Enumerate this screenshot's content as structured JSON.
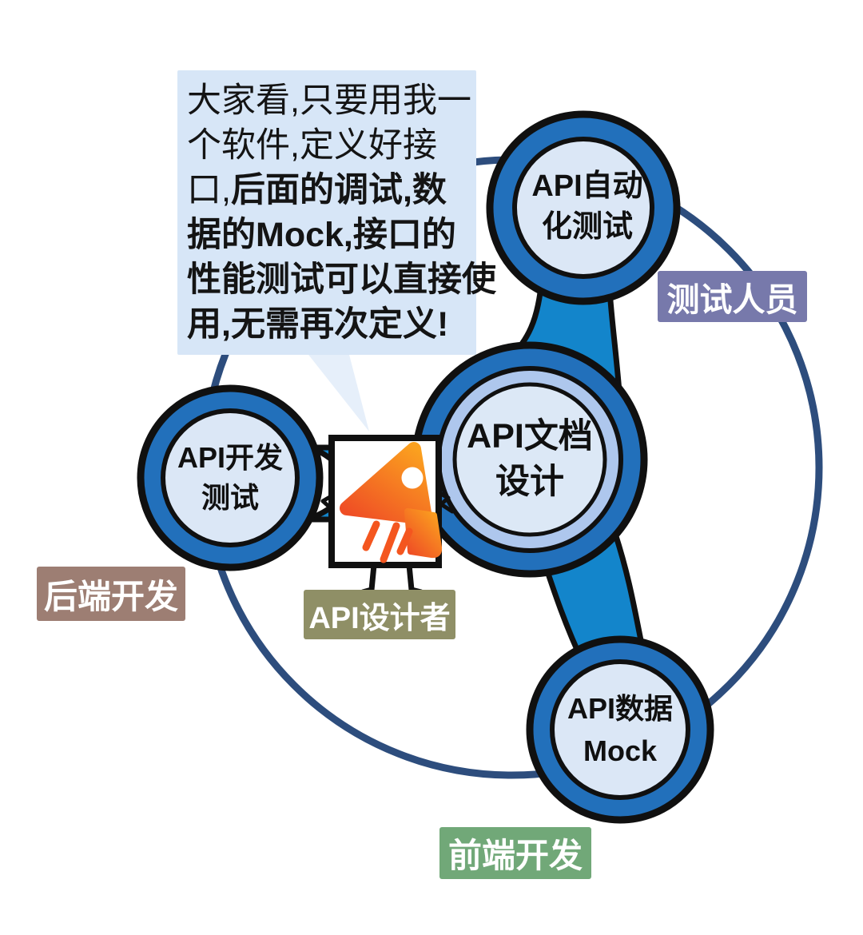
{
  "bubble": {
    "lines": [
      {
        "pre": "大家看,只要用我一",
        "bold": ""
      },
      {
        "pre": "个软件,定义好接",
        "bold": ""
      },
      {
        "pre": "口,",
        "bold": "后面的调试,数"
      },
      {
        "pre": "",
        "bold": "据的Mock,接口的"
      },
      {
        "pre": "",
        "bold": "性能测试可以直接使"
      },
      {
        "pre": "",
        "bold": "用,无需再次定义!"
      }
    ]
  },
  "nodes": {
    "top": {
      "line1": "API自动",
      "line2": "化测试"
    },
    "center": {
      "line1": "API文档",
      "line2": "设计"
    },
    "left": {
      "line1": "API开发",
      "line2": "测试"
    },
    "bottom": {
      "line1": "API数据",
      "line2": "Mock"
    }
  },
  "badges": {
    "tester": {
      "label": "测试人员",
      "color": "#7779ab"
    },
    "backend": {
      "label": "后端开发",
      "color": "#9d7e73"
    },
    "designer": {
      "label": "API设计者",
      "color": "#8f8f66"
    },
    "frontend": {
      "label": "前端开发",
      "color": "#71a878"
    }
  },
  "colors": {
    "node_ring_blue": "#2270bb",
    "node_inner_fill": "#dbe7f6",
    "center_mid_ring": "#aec7ed",
    "connector_blue": "#1385cb",
    "orbit_stroke": "#2d4d7d",
    "bubble_bg": "#d7e6f7",
    "outline_black": "#101010",
    "logo_orange_top": "#fba11f",
    "logo_orange_bottom": "#ef4e25",
    "badge_text": "#ffffff"
  }
}
